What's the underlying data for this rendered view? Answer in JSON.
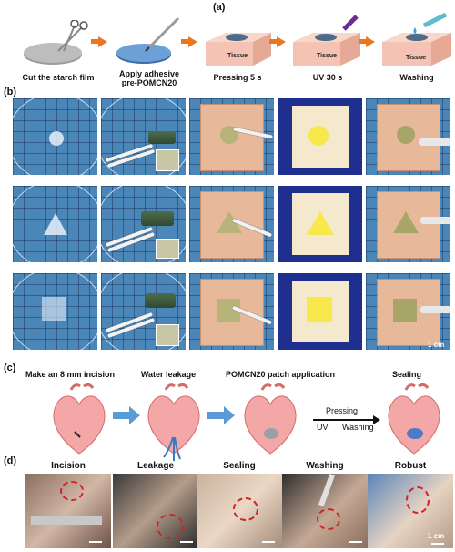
{
  "panel_a": {
    "label": "(a)",
    "steps": [
      {
        "label_line1": "Cut the starch film",
        "label_line2": ""
      },
      {
        "label_line1": "Apply adhesive",
        "label_line2": "pre-POMCN20"
      },
      {
        "label_line1": "Pressing 5 s",
        "label_line2": ""
      },
      {
        "label_line1": "UV 30 s",
        "label_line2": ""
      },
      {
        "label_line1": "Washing",
        "label_line2": ""
      }
    ],
    "tissue_text": "Tissue"
  },
  "panel_b": {
    "label": "(b)",
    "scale": "1 cm",
    "shapes": [
      "circle",
      "triangle",
      "square"
    ]
  },
  "panel_c": {
    "label": "(c)",
    "steps": [
      "Make an 8 mm incision",
      "Water leakage",
      "POMCN20 patch application",
      "Sealing"
    ],
    "arrow_top": "Pressing",
    "arrow_bottom_left": "UV",
    "arrow_bottom_right": "Washing"
  },
  "panel_d": {
    "label": "(d)",
    "titles": [
      "Incision",
      "Leakage",
      "Sealing",
      "Washing",
      "Robust"
    ],
    "scale": "1 cm"
  },
  "colors": {
    "arrow_orange": "#e87722",
    "arrow_blue": "#5b9bd5",
    "dashed_red": "#d2232a",
    "tissue": "#f4c3b4"
  }
}
